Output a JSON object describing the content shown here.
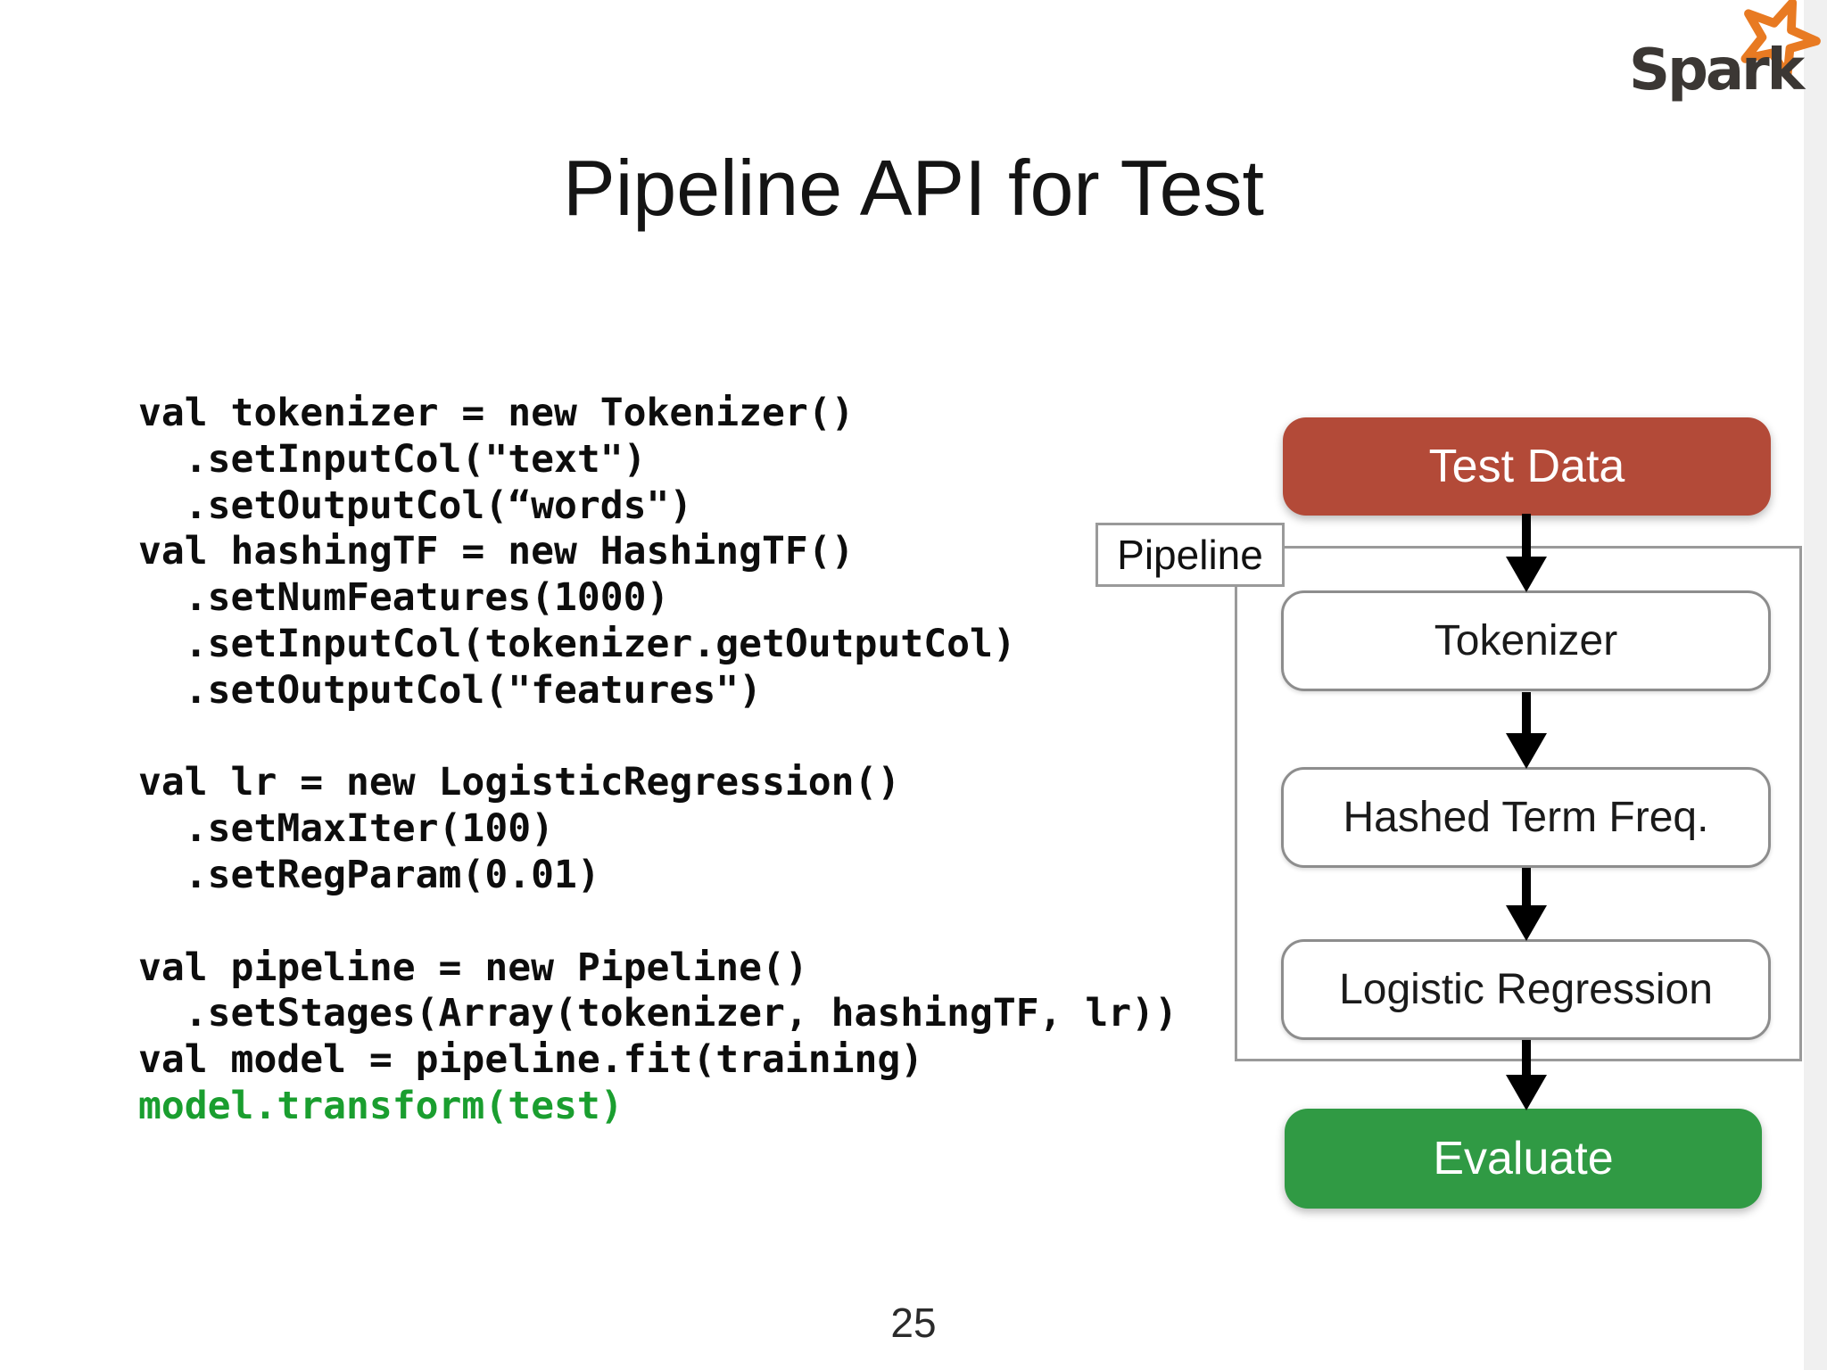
{
  "slide": {
    "title": "Pipeline API for Test",
    "page_number": "25"
  },
  "logo": {
    "text": "Spark",
    "text_color": "#3b3734",
    "star_color": "#e87a22"
  },
  "code": {
    "highlight_color": "#1a9e2f",
    "lines": [
      {
        "text": "val tokenizer = new Tokenizer()"
      },
      {
        "text": "  .setInputCol(\"text\")"
      },
      {
        "text": "  .setOutputCol(“words\")"
      },
      {
        "text": "val hashingTF = new HashingTF()"
      },
      {
        "text": "  .setNumFeatures(1000)"
      },
      {
        "text": "  .setInputCol(tokenizer.getOutputCol)"
      },
      {
        "text": "  .setOutputCol(\"features\")"
      },
      {
        "text": ""
      },
      {
        "text": "val lr = new LogisticRegression()"
      },
      {
        "text": "  .setMaxIter(100)"
      },
      {
        "text": "  .setRegParam(0.01)"
      },
      {
        "text": ""
      },
      {
        "text": "val pipeline = new Pipeline()"
      },
      {
        "text": "  .setStages(Array(tokenizer, hashingTF, lr))"
      },
      {
        "text": "val model = pipeline.fit(training)"
      },
      {
        "text": "model.transform(test)",
        "highlight": true
      }
    ]
  },
  "diagram": {
    "pipeline_label": "Pipeline",
    "nodes": [
      {
        "id": "test-data",
        "label": "Test Data",
        "type": "input",
        "color": "#b34a38"
      },
      {
        "id": "tokenizer",
        "label": "Tokenizer",
        "type": "stage"
      },
      {
        "id": "hashed-term-freq",
        "label": "Hashed Term Freq.",
        "type": "stage"
      },
      {
        "id": "logistic-regression",
        "label": "Logistic Regression",
        "type": "stage"
      },
      {
        "id": "evaluate",
        "label": "Evaluate",
        "type": "output",
        "color": "#309a44"
      }
    ]
  }
}
